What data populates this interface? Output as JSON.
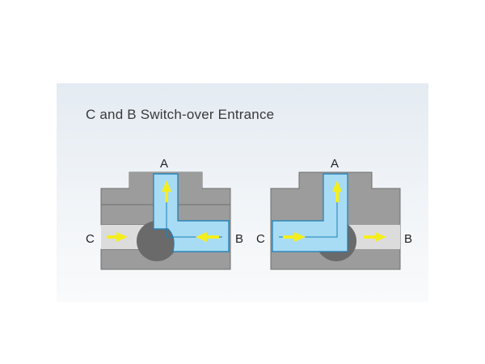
{
  "title": "C and B Switch-over Entrance",
  "colors": {
    "body": "#9c9c9c",
    "body_stroke": "#6e6e6e",
    "channel_bore": "#dcdcdc",
    "flow": "#a8dcf4",
    "flow_stroke": "#1c7fb8",
    "ball": "#6a6a6a",
    "arrow": "#f5ee1e"
  },
  "valves": [
    {
      "label_top": "A",
      "label_left": "C",
      "label_right": "B",
      "open_path": "B to A",
      "arrow_icons": [
        "arrow-up-icon",
        "arrow-left-icon",
        "arrow-right-icon"
      ]
    },
    {
      "label_top": "A",
      "label_left": "C",
      "label_right": "B",
      "open_path": "C to A",
      "arrow_icons": [
        "arrow-up-icon",
        "arrow-left-icon",
        "arrow-right-icon"
      ]
    }
  ]
}
